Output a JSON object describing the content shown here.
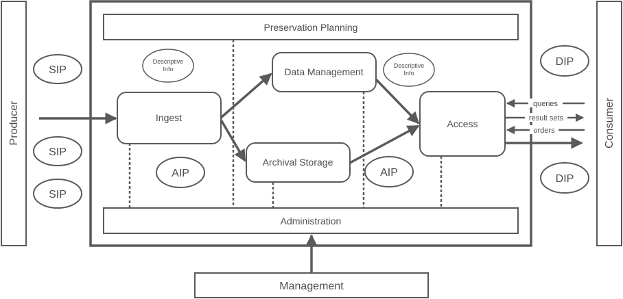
{
  "colors": {
    "stroke": "#5a5a5a",
    "text": "#4d4d4d",
    "background": "#ffffff"
  },
  "producer": "Producer",
  "consumer": "Consumer",
  "management": "Management",
  "components": {
    "preservation_planning": "Preservation Planning",
    "administration": "Administration",
    "ingest": "Ingest",
    "data_management": "Data Management",
    "archival_storage": "Archival Storage",
    "access": "Access"
  },
  "packages": {
    "sip": [
      "SIP",
      "SIP",
      "SIP"
    ],
    "aip": [
      "AIP",
      "AIP"
    ],
    "dip": [
      "DIP",
      "DIP"
    ],
    "descriptive_info": [
      {
        "line1": "Descriptive",
        "line2": "Info"
      },
      {
        "line1": "Descriptive",
        "line2": "Info"
      }
    ]
  },
  "flows": {
    "queries": "queries",
    "result_sets": "result sets",
    "orders": "orders"
  }
}
